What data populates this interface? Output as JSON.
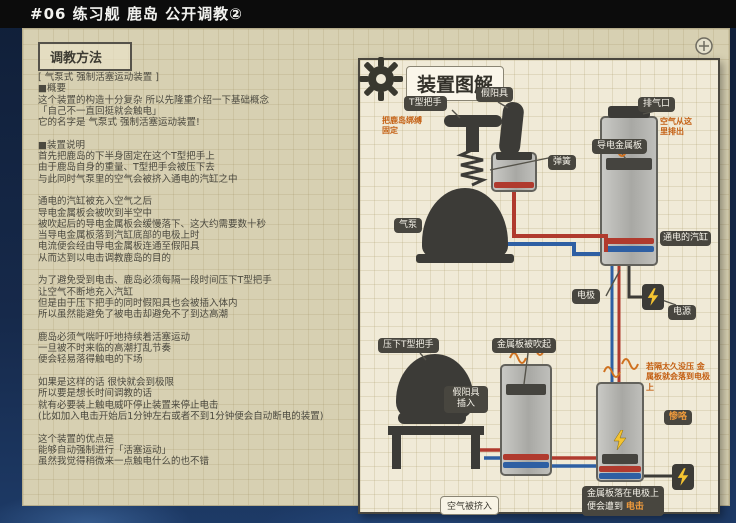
{
  "titlebar": {
    "title": "#06 练习舰 鹿岛 公开调教②"
  },
  "left_panel": {
    "title": "调教方法",
    "lines": [
      "[ 气泵式 强制活塞运动装置 ]",
      "■概要",
      "这个装置的构造十分复杂 所以先隆重介绍一下基础概念",
      "「自己不一直回挺就会触电」",
      "它的名字是 气泵式 强制活塞运动装置!",
      "",
      "■装置说明",
      "首先把鹿岛的下半身固定在这个T型把手上",
      "由于鹿岛自身的重量、T型把手会被压下去",
      "与此同时气泵里的空气会被挤入通电的汽缸之中",
      "",
      "通电的汽缸被充入空气之后",
      "导电金属板会被吹到半空中",
      "被吹起后的导电金属板会缓慢落下、这大约需要数十秒",
      "当导电金属板落到汽缸底部的电极上时",
      "电流便会经由导电金属板连通至假阳具",
      "从而达到以电击调教鹿岛的目的",
      "",
      "为了避免受到电击、鹿岛必须每隔一段时间压下T型把手",
      "让空气不断地充入汽缸",
      "但是由于压下把手的同时假阳具也会被插入体内",
      "所以虽然能避免了被电击却避免不了到达高潮",
      "",
      "鹿岛必须气喘吁吁地持续着活塞运动",
      "一旦被不时来临的高潮打乱节奏",
      "便会轻易落得触电的下场",
      "",
      "如果是这样的话 很快就会到极限",
      "所以要是想长时间调教的话",
      "就有必要装上触电威吓停止装置来停止电击",
      "(比如加入电击开始后1分钟左右或者不到1分钟便会自动断电的装置)",
      "",
      "这个装置的优点是",
      "能够自动强制进行「活塞运动」",
      "虽然我觉得稍微来一点触电什么的也不错"
    ]
  },
  "diagram": {
    "title": "装置图解",
    "labels": {
      "t_handle": "T型把手",
      "dildo": "假阳具",
      "exhaust": "排气口",
      "metal_plate": "导电金属板",
      "spring": "弹簧",
      "pump": "气泵",
      "cylinder": "通电的汽缸",
      "electrode": "电极",
      "power": "电源",
      "press_handle": "压下T型把手",
      "plate_blown": "金属板被吹起",
      "dildo_inserted": "假阳具插入",
      "air_squeezed": "空气被挤入",
      "oops": "惨咯"
    },
    "notes": {
      "bind": "把鹿岛绑缚固定",
      "air_out": "空气从这里排出",
      "fall": "若隔太久没压 金属板就会落到电极上",
      "shock_line1": "金属板落在电极上",
      "shock_prefix": "便会遭到",
      "shock_word": "电击"
    }
  },
  "colors": {
    "accent_orange": "#c45f12",
    "tube_red": "#b03a2e",
    "tube_blue": "#2e5fa3",
    "bolt_yellow": "#f5c431",
    "paper_beige": "#d7d0b2",
    "panel_cream": "#f0ead7"
  }
}
